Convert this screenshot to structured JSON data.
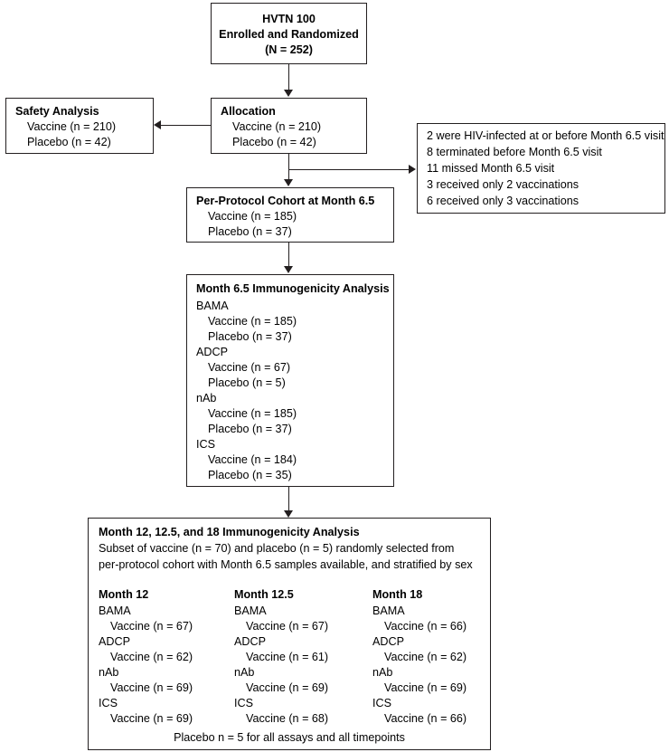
{
  "diagram": {
    "title": "HVTN 100 CONSORT-style participant flow diagram",
    "line_color": "#231f20",
    "background": "#ffffff"
  },
  "enrolled_box": {
    "line1": "HVTN 100",
    "line2": "Enrolled and Randomized",
    "line3": "(N = 252)"
  },
  "safety_box": {
    "title": "Safety Analysis",
    "rows": [
      "Vaccine (n = 210)",
      "Placebo (n = 42)"
    ]
  },
  "allocation_box": {
    "title": "Allocation",
    "rows": [
      "Vaccine (n = 210)",
      "Placebo (n = 42)"
    ]
  },
  "exclusions_box": {
    "rows": [
      "2 were HIV-infected at or before Month 6.5 visit",
      "8 terminated before Month 6.5 visit",
      "11 missed Month 6.5 visit",
      "3 received only 2 vaccinations",
      "6 received only 3 vaccinations"
    ]
  },
  "per_protocol_box": {
    "title": "Per-Protocol Cohort at Month 6.5",
    "rows": [
      "Vaccine (n = 185)",
      "Placebo (n = 37)"
    ]
  },
  "month65_box": {
    "title": "Month 6.5 Immunogenicity Analysis",
    "assays": [
      {
        "name": "BAMA",
        "rows": [
          "Vaccine (n = 185)",
          "Placebo (n = 37)"
        ]
      },
      {
        "name": "ADCP",
        "rows": [
          "Vaccine (n = 67)",
          "Placebo (n = 5)"
        ]
      },
      {
        "name": "nAb",
        "rows": [
          "Vaccine (n = 185)",
          "Placebo (n = 37)"
        ]
      },
      {
        "name": "ICS",
        "rows": [
          "Vaccine (n = 184)",
          "Placebo (n = 35)"
        ]
      }
    ]
  },
  "later_box": {
    "title": "Month 12, 12.5, and 18 Immunogenicity Analysis",
    "subtitle_line1": "Subset of vaccine (n = 70) and placebo (n = 5) randomly selected from",
    "subtitle_line2": "per-protocol cohort with Month 6.5 samples available, and stratified by sex",
    "footer": "Placebo n = 5 for all assays and all timepoints",
    "columns": [
      {
        "header": "Month 12",
        "assays": [
          {
            "name": "BAMA",
            "row": "Vaccine (n = 67)"
          },
          {
            "name": "ADCP",
            "row": "Vaccine (n = 62)"
          },
          {
            "name": "nAb",
            "row": "Vaccine (n = 69)"
          },
          {
            "name": "ICS",
            "row": "Vaccine (n = 69)"
          }
        ]
      },
      {
        "header": "Month 12.5",
        "assays": [
          {
            "name": "BAMA",
            "row": "Vaccine (n = 67)"
          },
          {
            "name": "ADCP",
            "row": "Vaccine (n = 61)"
          },
          {
            "name": "nAb",
            "row": "Vaccine (n = 69)"
          },
          {
            "name": "ICS",
            "row": "Vaccine (n = 68)"
          }
        ]
      },
      {
        "header": "Month 18",
        "assays": [
          {
            "name": "BAMA",
            "row": "Vaccine (n = 66)"
          },
          {
            "name": "ADCP",
            "row": "Vaccine (n = 62)"
          },
          {
            "name": "nAb",
            "row": "Vaccine (n = 69)"
          },
          {
            "name": "ICS",
            "row": "Vaccine (n = 66)"
          }
        ]
      }
    ]
  }
}
